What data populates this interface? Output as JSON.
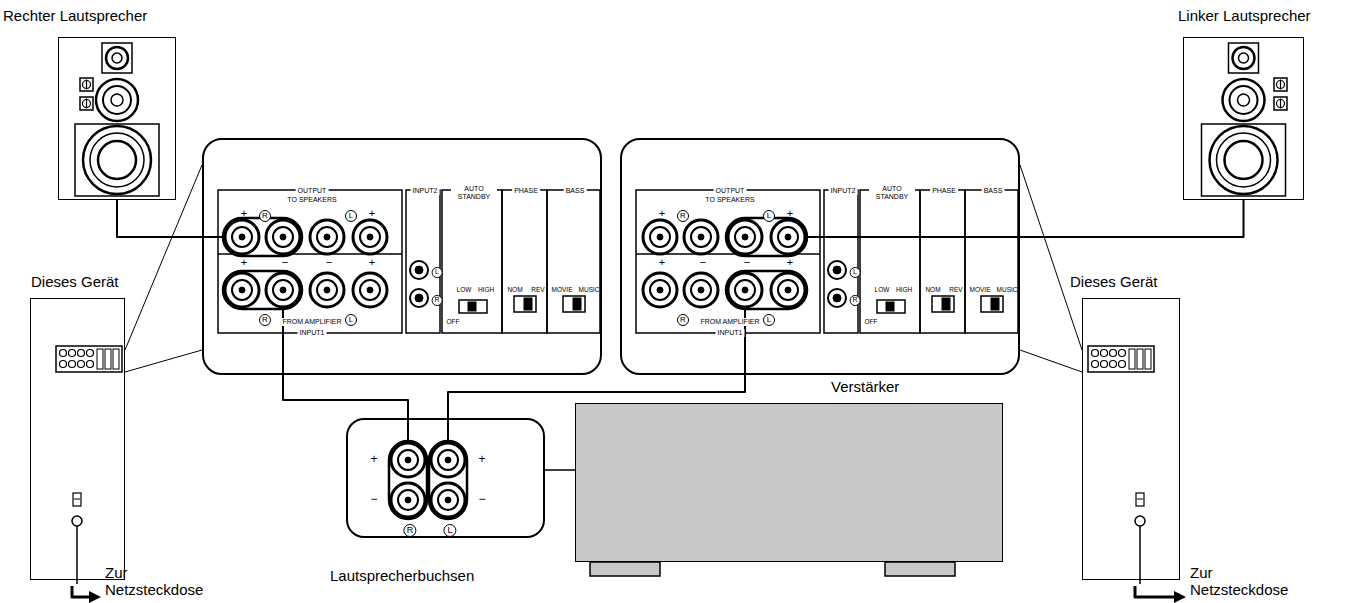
{
  "diagram": {
    "nodes": [
      {
        "text": [
          "Rechter Lautsprecher"
        ]
      },
      {
        "text": [
          "Linker Lautsprecher"
        ]
      },
      {
        "text": [
          "Dieses Gerät"
        ]
      },
      {
        "text": [
          "OUTPUT",
          "TO SPEAKERS",
          "+",
          "R",
          "L",
          "+",
          "+",
          "−",
          "−",
          "+",
          "R",
          "L",
          "FROM AMPLIFIER",
          "INPUT1",
          "INPUT2",
          "L",
          "R",
          "AUTO STANDBY",
          "LOW",
          "HIGH",
          "OFF",
          "PHASE",
          "NOM",
          "REV",
          "BASS",
          "MOVIE",
          "MUSIC"
        ]
      },
      {
        "text": [
          "OUTPUT",
          "TO SPEAKERS",
          "+",
          "R",
          "L",
          "+",
          "+",
          "−",
          "−",
          "+",
          "R",
          "L",
          "FROM AMPLIFIER",
          "INPUT1",
          "INPUT2",
          "L",
          "R",
          "AUTO STANDBY",
          "LOW",
          "HIGH",
          "OFF",
          "PHASE",
          "NOM",
          "REV",
          "BASS",
          "MOVIE",
          "MUSIC"
        ]
      },
      {
        "text": [
          "Dieses Gerät"
        ]
      },
      {
        "text": [
          "Verstärker"
        ]
      },
      {
        "text": [
          "Lautsprecherbuchsen",
          "+",
          "+",
          "−",
          "−",
          "R",
          "L"
        ]
      }
    ],
    "edges": [
      {
        "from": 0,
        "to": 3,
        "arrow": "none"
      },
      {
        "from": 2,
        "to": 3,
        "arrow": "none"
      },
      {
        "from": 3,
        "to": 7,
        "arrow": "none"
      },
      {
        "from": 4,
        "to": 7,
        "arrow": "none"
      },
      {
        "from": 4,
        "to": 1,
        "arrow": "none"
      },
      {
        "from": 5,
        "to": 4,
        "arrow": "none"
      },
      {
        "from": 7,
        "to": 6,
        "arrow": "none"
      }
    ],
    "labels": [
      "Zur Netzsteckdose",
      "Zur Netzsteckdose"
    ]
  }
}
